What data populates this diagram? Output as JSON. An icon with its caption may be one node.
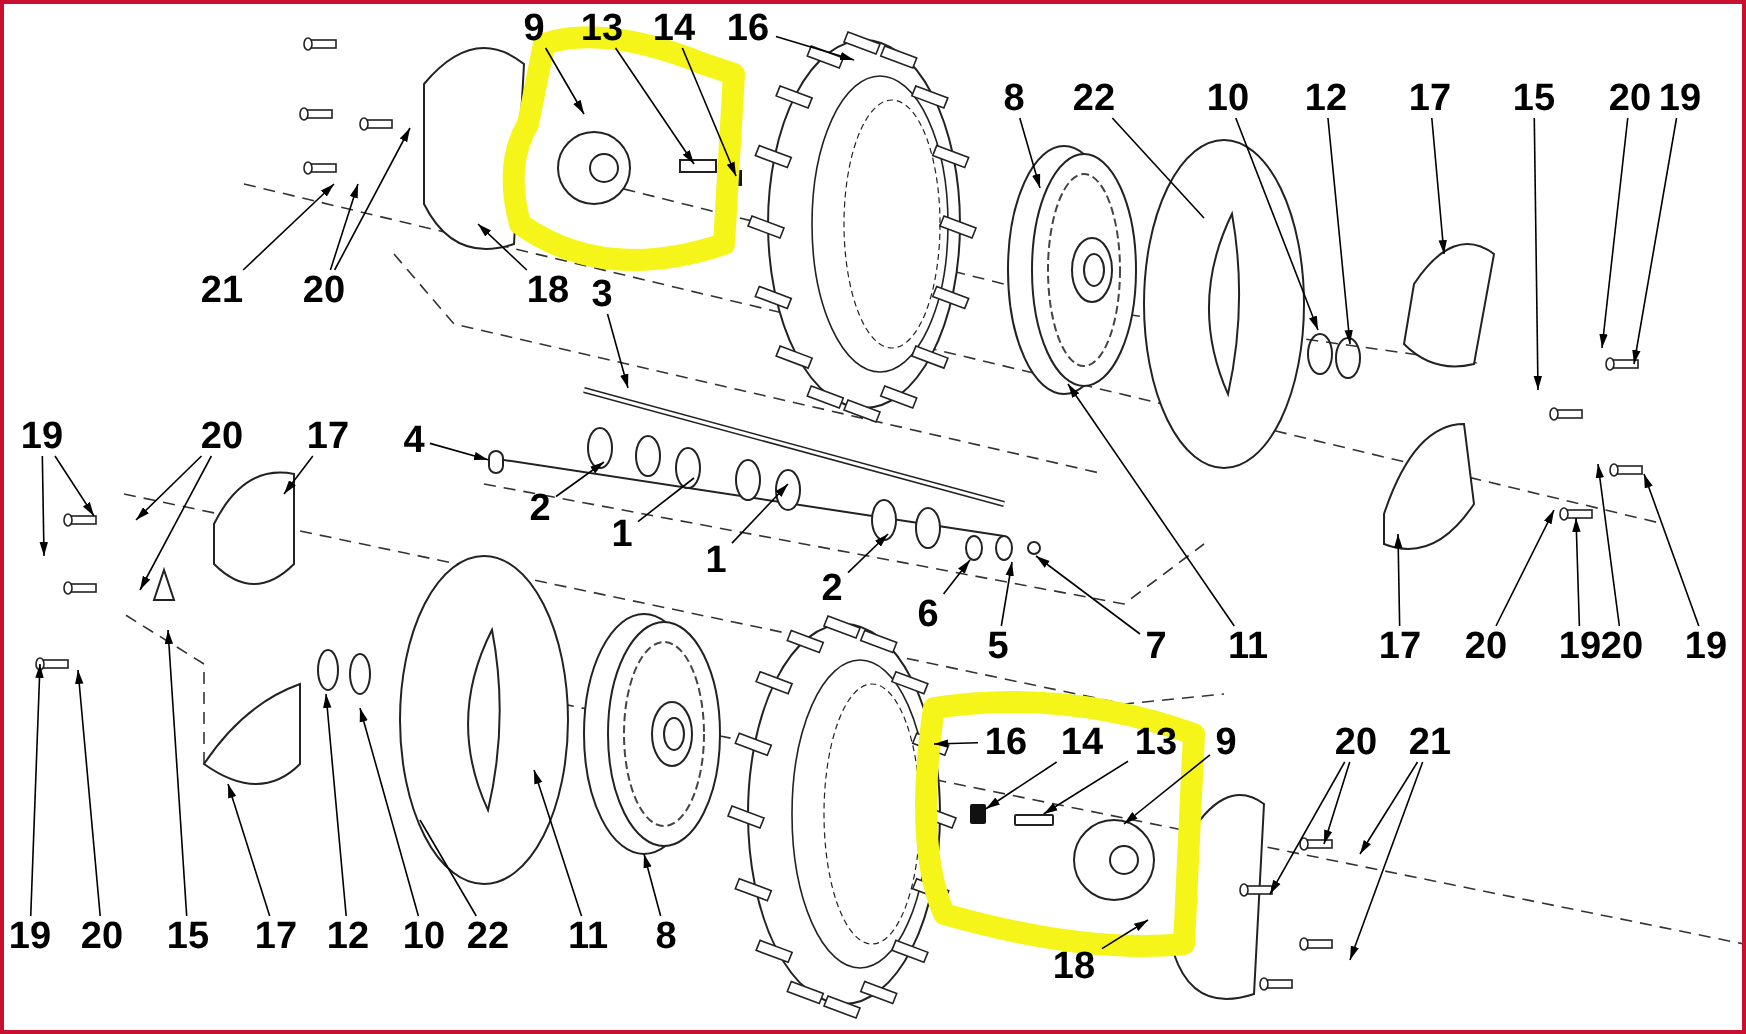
{
  "diagram": {
    "nodes": [
      {
        "text": [
          "9"
        ]
      },
      {
        "text": [
          "13"
        ]
      },
      {
        "text": [
          "14"
        ]
      },
      {
        "text": [
          "16"
        ]
      },
      {
        "text": [
          "21"
        ]
      },
      {
        "text": [
          "20"
        ]
      },
      {
        "text": [
          "18"
        ]
      },
      {
        "text": [
          "3"
        ]
      },
      {
        "text": [
          "8"
        ]
      },
      {
        "text": [
          "22"
        ]
      },
      {
        "text": [
          "10"
        ]
      },
      {
        "text": [
          "12"
        ]
      },
      {
        "text": [
          "17"
        ]
      },
      {
        "text": [
          "15"
        ]
      },
      {
        "text": [
          "20"
        ]
      },
      {
        "text": [
          "19"
        ]
      },
      {
        "text": [
          "19"
        ]
      },
      {
        "text": [
          "20"
        ]
      },
      {
        "text": [
          "17"
        ]
      },
      {
        "text": [
          "4"
        ]
      },
      {
        "text": [
          "2"
        ]
      },
      {
        "text": [
          "1"
        ]
      },
      {
        "text": [
          "1"
        ]
      },
      {
        "text": [
          "2"
        ]
      },
      {
        "text": [
          "6"
        ]
      },
      {
        "text": [
          "5"
        ]
      },
      {
        "text": [
          "7"
        ]
      },
      {
        "text": [
          "11"
        ]
      },
      {
        "text": [
          "17"
        ]
      },
      {
        "text": [
          "20"
        ]
      },
      {
        "text": [
          "19"
        ]
      },
      {
        "text": [
          "20"
        ]
      },
      {
        "text": [
          "19"
        ]
      },
      {
        "text": [
          "16"
        ]
      },
      {
        "text": [
          "14"
        ]
      },
      {
        "text": [
          "13"
        ]
      },
      {
        "text": [
          "9"
        ]
      },
      {
        "text": [
          "20"
        ]
      },
      {
        "text": [
          "21"
        ]
      },
      {
        "text": [
          "18"
        ]
      },
      {
        "text": [
          "19"
        ]
      },
      {
        "text": [
          "20"
        ]
      },
      {
        "text": [
          "15"
        ]
      },
      {
        "text": [
          "17"
        ]
      },
      {
        "text": [
          "12"
        ]
      },
      {
        "text": [
          "10"
        ]
      },
      {
        "text": [
          "22"
        ]
      },
      {
        "text": [
          "11"
        ]
      },
      {
        "text": [
          "8"
        ]
      },
      {
        "text": [],
        "shape": "circle"
      },
      {
        "text": [],
        "shape": "box"
      },
      {
        "text": [],
        "shape": "box"
      }
    ],
    "edges": [
      {
        "from": 0,
        "to": null,
        "arrow": "to"
      },
      {
        "from": 1,
        "to": null,
        "arrow": "to"
      },
      {
        "from": 2,
        "to": null,
        "arrow": "to"
      },
      {
        "from": 3,
        "to": null,
        "arrow": "to"
      },
      {
        "from": 4,
        "to": null,
        "arrow": "to"
      },
      {
        "from": 5,
        "to": null,
        "arrow": "to"
      },
      {
        "from": 5,
        "to": null,
        "arrow": "to"
      },
      {
        "from": 6,
        "to": null,
        "arrow": "to"
      },
      {
        "from": 7,
        "to": null,
        "arrow": "to"
      },
      {
        "from": 8,
        "to": null,
        "arrow": "to"
      },
      {
        "from": 9,
        "to": null,
        "arrow": "none"
      },
      {
        "from": 10,
        "to": null,
        "arrow": "to"
      },
      {
        "from": 11,
        "to": null,
        "arrow": "to"
      },
      {
        "from": 12,
        "to": null,
        "arrow": "to"
      },
      {
        "from": 13,
        "to": null,
        "arrow": "to"
      },
      {
        "from": 14,
        "to": null,
        "arrow": "to"
      },
      {
        "from": 15,
        "to": null,
        "arrow": "to"
      },
      {
        "from": 16,
        "to": null,
        "arrow": "to"
      },
      {
        "from": 16,
        "to": null,
        "arrow": "to"
      },
      {
        "from": 17,
        "to": null,
        "arrow": "to"
      },
      {
        "from": 17,
        "to": null,
        "arrow": "to"
      },
      {
        "from": 18,
        "to": null,
        "arrow": "to"
      },
      {
        "from": 19,
        "to": 49,
        "arrow": "to"
      },
      {
        "from": 20,
        "to": null,
        "arrow": "to"
      },
      {
        "from": 21,
        "to": null,
        "arrow": "none"
      },
      {
        "from": 22,
        "to": null,
        "arrow": "to"
      },
      {
        "from": 23,
        "to": null,
        "arrow": "to"
      },
      {
        "from": 24,
        "to": null,
        "arrow": "to"
      },
      {
        "from": 25,
        "to": null,
        "arrow": "to"
      },
      {
        "from": 26,
        "to": null,
        "arrow": "to"
      },
      {
        "from": 27,
        "to": null,
        "arrow": "to"
      },
      {
        "from": 28,
        "to": null,
        "arrow": "to"
      },
      {
        "from": 29,
        "to": null,
        "arrow": "to"
      },
      {
        "from": 30,
        "to": null,
        "arrow": "to"
      },
      {
        "from": 31,
        "to": null,
        "arrow": "to"
      },
      {
        "from": 32,
        "to": null,
        "arrow": "to"
      },
      {
        "from": 33,
        "to": null,
        "arrow": "to"
      },
      {
        "from": 34,
        "to": 50,
        "arrow": "to"
      },
      {
        "from": 35,
        "to": 51,
        "arrow": "to"
      },
      {
        "from": 36,
        "to": null,
        "arrow": "to"
      },
      {
        "from": 37,
        "to": null,
        "arrow": "to"
      },
      {
        "from": 37,
        "to": null,
        "arrow": "to"
      },
      {
        "from": 38,
        "to": null,
        "arrow": "to"
      },
      {
        "from": 38,
        "to": null,
        "arrow": "to"
      },
      {
        "from": 39,
        "to": null,
        "arrow": "to"
      },
      {
        "from": 40,
        "to": null,
        "arrow": "to"
      },
      {
        "from": 41,
        "to": null,
        "arrow": "to"
      },
      {
        "from": 42,
        "to": null,
        "arrow": "to"
      },
      {
        "from": 43,
        "to": null,
        "arrow": "to"
      },
      {
        "from": 44,
        "to": null,
        "arrow": "to"
      },
      {
        "from": 45,
        "to": null,
        "arrow": "to"
      },
      {
        "from": 46,
        "to": null,
        "arrow": "none"
      },
      {
        "from": 47,
        "to": null,
        "arrow": "to"
      },
      {
        "from": 48,
        "to": null,
        "arrow": "to"
      }
    ]
  }
}
